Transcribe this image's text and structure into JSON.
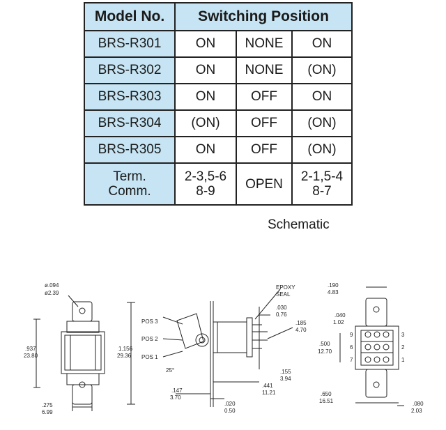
{
  "table": {
    "headers": [
      "Model No.",
      "Switching Position"
    ],
    "rows": [
      {
        "model": "BRS-R301",
        "p1": "ON",
        "p2": "NONE",
        "p3": "ON"
      },
      {
        "model": "BRS-R302",
        "p1": "ON",
        "p2": "NONE",
        "p3": "(ON)"
      },
      {
        "model": "BRS-R303",
        "p1": "ON",
        "p2": "OFF",
        "p3": "ON"
      },
      {
        "model": "BRS-R304",
        "p1": "(ON)",
        "p2": "OFF",
        "p3": "(ON)"
      },
      {
        "model": "BRS-R305",
        "p1": "ON",
        "p2": "OFF",
        "p3": "(ON)"
      }
    ],
    "term": {
      "label_l1": "Term.",
      "label_l2": "Comm.",
      "p1_l1": "2-3,5-6",
      "p1_l2": "8-9",
      "p2": "OPEN",
      "p3_l1": "2-1,5-4",
      "p3_l2": "8-7"
    },
    "caption": "Schematic"
  },
  "drawing": {
    "front": {
      "hole_in": "ø.094",
      "hole_mm": "ø2.39",
      "h1_in": ".937",
      "h1_mm": "23.80",
      "h2_in": "1.156",
      "h2_mm": "29.36",
      "w_in": ".275",
      "w_mm": "6.99"
    },
    "side": {
      "epoxy_l1": "EPOXY",
      "epoxy_l2": "SEAL",
      "pos3": "POS 3",
      "pos2": "POS 2",
      "pos1": "POS 1",
      "angle": "25°",
      "d1_in": ".030",
      "d1_mm": "0.76",
      "d2_in": ".185",
      "d2_mm": "4.70",
      "d3_in": ".155",
      "d3_mm": "3.94",
      "d4_in": ".441",
      "d4_mm": "11.21",
      "d5_in": ".147",
      "d5_mm": "3.70",
      "d6_in": ".020",
      "d6_mm": "0.50"
    },
    "back": {
      "d1_in": ".190",
      "d1_mm": "4.83",
      "d2_in": ".040",
      "d2_mm": "1.02",
      "d3_in": ".500",
      "d3_mm": "12.70",
      "d4_in": ".650",
      "d4_mm": "16.51",
      "d5_in": ".080",
      "d5_mm": "2.03",
      "left_terms": [
        "9",
        "6",
        "7"
      ],
      "right_terms": [
        "3",
        "2",
        "1"
      ]
    }
  }
}
